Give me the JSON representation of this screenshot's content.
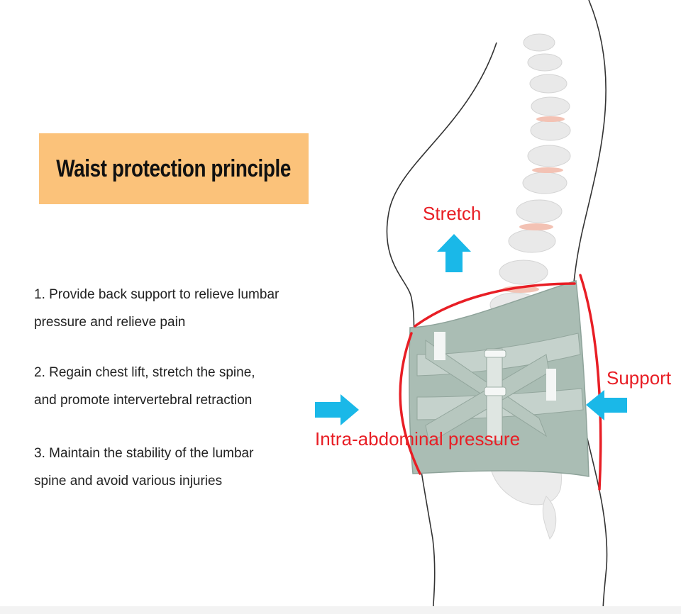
{
  "title": "Waist protection principle",
  "points": [
    {
      "line1": "1. Provide back support to relieve lumbar",
      "line2": "pressure and relieve pain"
    },
    {
      "line1": "2. Regain chest lift, stretch the spine,",
      "line2": "and promote intervertebral retraction"
    },
    {
      "line1": "3. Maintain the stability of the lumbar",
      "line2": "spine and avoid various injuries"
    }
  ],
  "labels": {
    "stretch": "Stretch",
    "support": "Support",
    "pressure": "Intra-abdominal pressure"
  },
  "colors": {
    "title_bg": "#fbc27a",
    "label_red": "#e81e25",
    "arrow_blue": "#1ab8e8",
    "belt_green": "#a9bcb3"
  }
}
